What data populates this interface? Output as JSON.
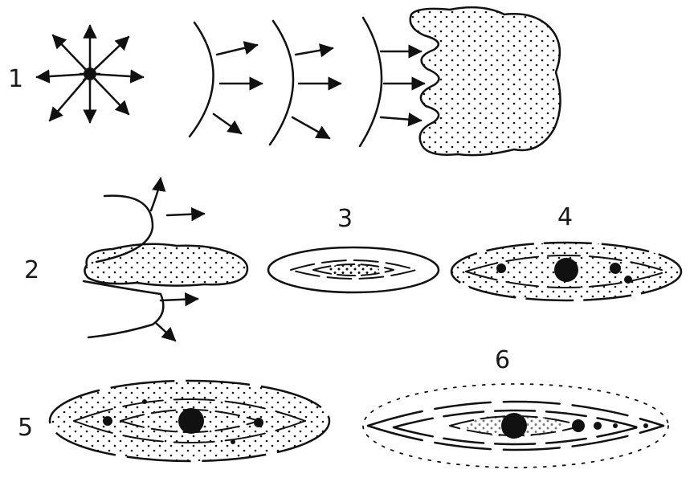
{
  "labels": {
    "stage1": "1",
    "stage2": "2",
    "stage3": "3",
    "stage4": "4",
    "stage5": "5",
    "stage6": "6"
  },
  "colors": {
    "ink": "#111111",
    "paper": "#ffffff"
  }
}
